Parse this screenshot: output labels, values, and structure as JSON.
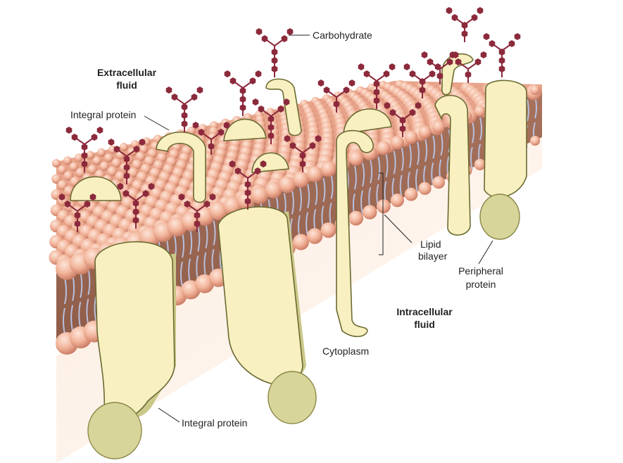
{
  "labels": {
    "carbohydrate": "Carbohydrate",
    "extracellular_line1": "Extracellular",
    "extracellular_line2": "fluid",
    "integral_protein_top": "Integral protein",
    "lipid_line1": "Lipid",
    "lipid_line2": "bilayer",
    "peripheral_line1": "Peripheral",
    "peripheral_line2": "protein",
    "intracellular_line1": "Intracellular",
    "intracellular_line2": "fluid",
    "cytoplasm": "Cytoplasm",
    "integral_protein_bottom": "Integral protein"
  },
  "colors": {
    "phospholipid_head": "#f2b49a",
    "phospholipid_head_shade": "#c97a63",
    "bilayer_core": "#9e6a55",
    "lipid_tail": "#b8bfdc",
    "protein_fill": "#f8f0c0",
    "protein_outline": "#6b6a32",
    "peripheral_protein": "#d8d59a",
    "carbohydrate": "#8c2a3c",
    "cytoplasm_fill": "#fbe9dc"
  }
}
